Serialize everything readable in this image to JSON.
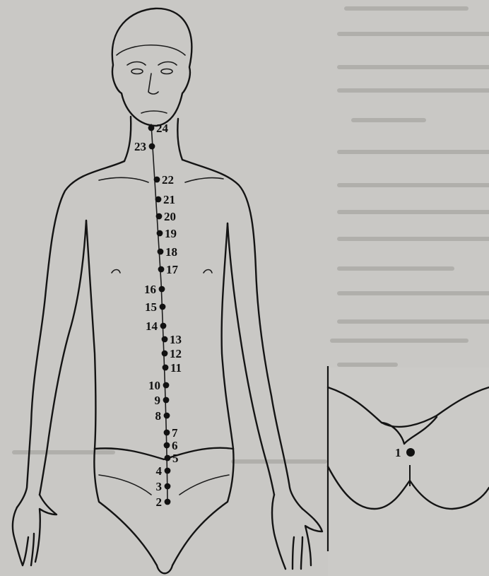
{
  "figure": {
    "points": [
      {
        "number": "24",
        "side": "right"
      },
      {
        "number": "23",
        "side": "left"
      },
      {
        "number": "22",
        "side": "right"
      },
      {
        "number": "21",
        "side": "right"
      },
      {
        "number": "20",
        "side": "right"
      },
      {
        "number": "19",
        "side": "right"
      },
      {
        "number": "18",
        "side": "right"
      },
      {
        "number": "17",
        "side": "right"
      },
      {
        "number": "16",
        "side": "left"
      },
      {
        "number": "15",
        "side": "left"
      },
      {
        "number": "14",
        "side": "left"
      },
      {
        "number": "13",
        "side": "right"
      },
      {
        "number": "12",
        "side": "right"
      },
      {
        "number": "11",
        "side": "right"
      },
      {
        "number": "10",
        "side": "left"
      },
      {
        "number": "9",
        "side": "left"
      },
      {
        "number": "8",
        "side": "left"
      },
      {
        "number": "7",
        "side": "right"
      },
      {
        "number": "6",
        "side": "right"
      },
      {
        "number": "5",
        "side": "right"
      },
      {
        "number": "4",
        "side": "left"
      },
      {
        "number": "3",
        "side": "left"
      },
      {
        "number": "2",
        "side": "left"
      }
    ],
    "inset": {
      "point_label": "1"
    },
    "colors": {
      "ink": "#111111",
      "paper": "#c9c8c5"
    }
  }
}
